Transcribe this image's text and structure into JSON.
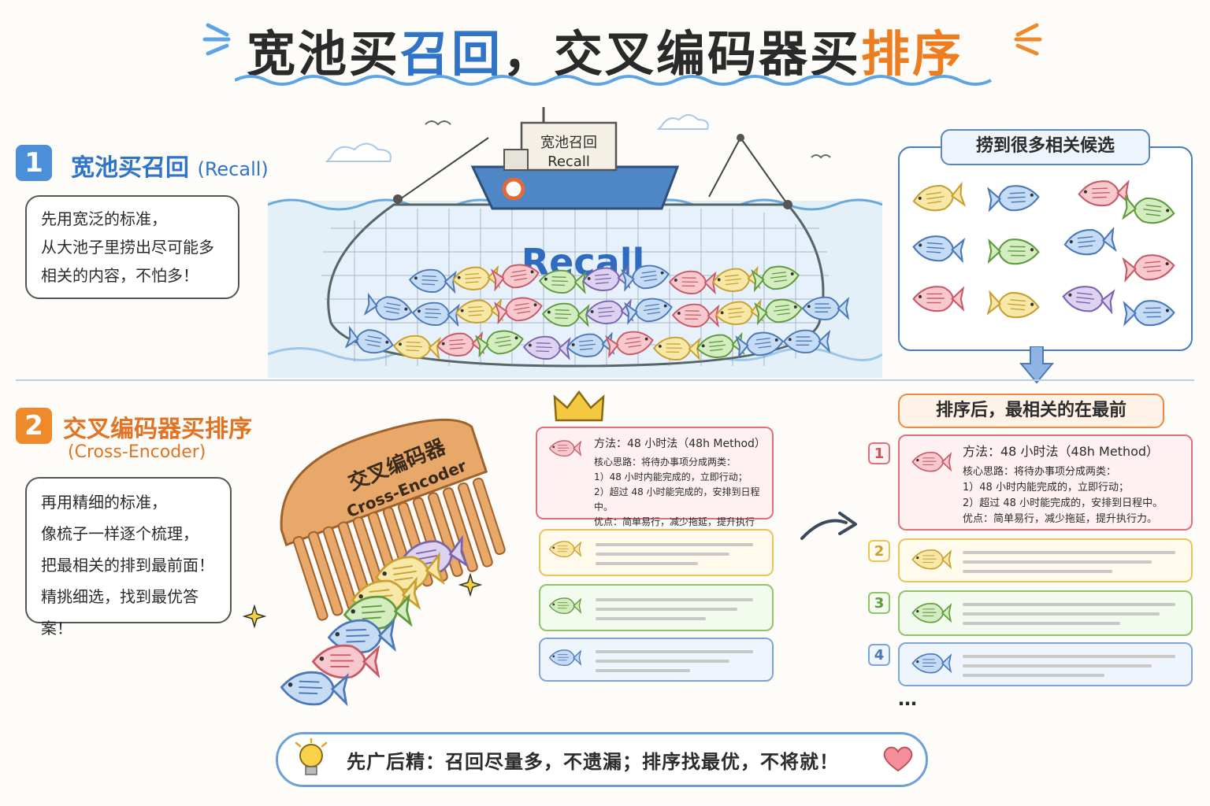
{
  "title": {
    "part1": "宽池买",
    "part2": "召回",
    "part3": "，交叉编码器买",
    "part4": "排序"
  },
  "recall_section": {
    "badge": "1",
    "title": "宽池买召回",
    "title_en": "(Recall)",
    "bubble_lines": [
      "先用宽泛的标准，",
      "从大池子里捞出尽可能多",
      "相关的内容，不怕多！"
    ],
    "boat_sign_cn": "宽池召回",
    "boat_sign_en": "Recall",
    "net_label": "Recall",
    "candidates_label": "捞到很多相关候选"
  },
  "rerank_section": {
    "badge": "2",
    "title": "交叉编码器买排序",
    "title_en": "(Cross-Encoder)",
    "bubble_lines": [
      "再用精细的标准，",
      "像梳子一样逐个梳理，",
      "把最相关的排到最前面！",
      "精挑细选，找到最优答案！"
    ],
    "comb_cn": "交叉编码器",
    "comb_en": "Cross-Encoder",
    "sorted_label": "排序后，最相关的在最前",
    "top_card": {
      "heading": "方法：48 小时法（48h Method）",
      "lines": [
        "核心思路：将待办事项分成两类：",
        "1）48 小时内能完成的，立即行动；",
        "2）超过 48 小时能完成的，安排到日程中。",
        "优点：简单易行，减少拖延，提升执行力。"
      ]
    },
    "ranks": [
      "1",
      "2",
      "3",
      "4"
    ],
    "ellipsis": "…"
  },
  "footer": {
    "text": "先广后精：召回尽量多，不遗漏；排序找最优，不将就！"
  },
  "colors": {
    "blue": "#2f74c7",
    "orange": "#ec7d20",
    "red_card": "#e0707a",
    "yellow_card": "#e9c45a",
    "green_card": "#8fc46a",
    "blue_card": "#7ea4dc"
  }
}
